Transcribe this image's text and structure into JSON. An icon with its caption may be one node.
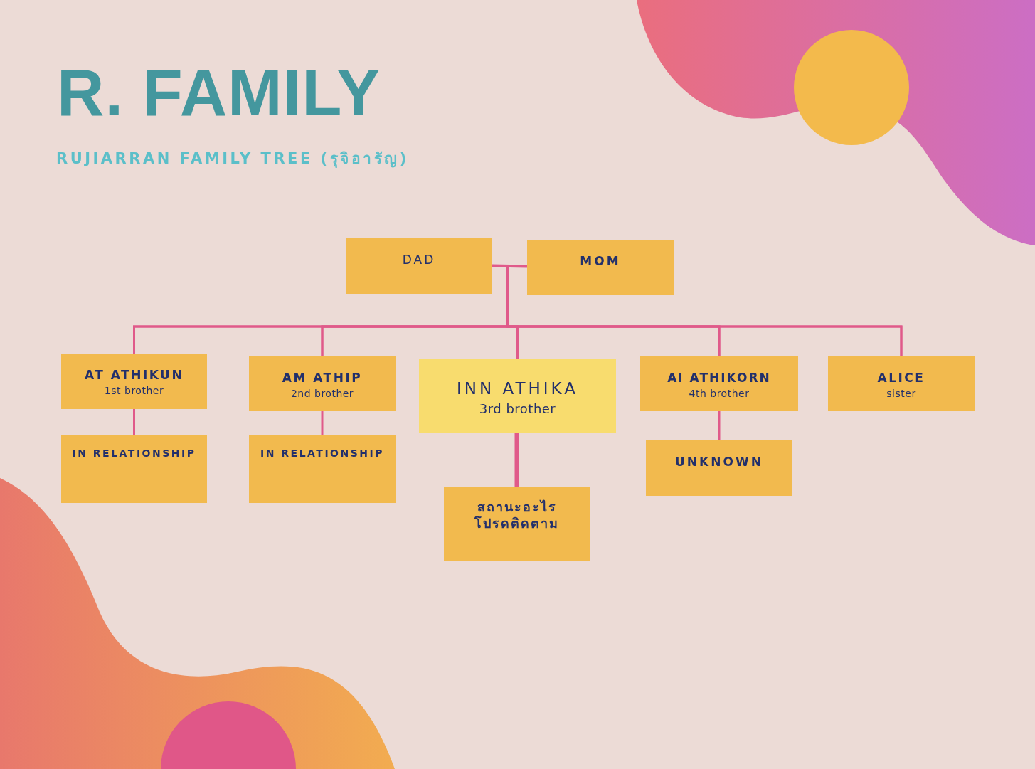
{
  "diagram": {
    "title": "R. FAMILY",
    "caption": "RUJIARRAN FAMILY TREE (รุจิอารัญ)",
    "nodes": [
      {
        "text": [
          "DAD"
        ]
      },
      {
        "text": [
          "MOM"
        ]
      },
      {
        "text": [
          "AT ATHIKUN",
          "1st brother"
        ]
      },
      {
        "text": [
          "AM ATHIP",
          "2nd brother"
        ]
      },
      {
        "text": [
          "INN ATHIKA",
          "3rd brother"
        ]
      },
      {
        "text": [
          "AI ATHIKORN",
          "4th brother"
        ]
      },
      {
        "text": [
          "ALICE",
          "sister"
        ]
      },
      {
        "text": [
          "IN RELATIONSHIP"
        ]
      },
      {
        "text": [
          "IN RELATIONSHIP"
        ]
      },
      {
        "text": [
          "สถานะอะไร โปรดติดตาม"
        ]
      },
      {
        "text": [
          "UNKNOWN"
        ]
      }
    ],
    "edges": [
      {
        "from": 0,
        "to": 1,
        "arrow": "none"
      },
      {
        "from": 0,
        "to": 2,
        "arrow": "none"
      },
      {
        "from": 0,
        "to": 3,
        "arrow": "none"
      },
      {
        "from": 0,
        "to": 4,
        "arrow": "none"
      },
      {
        "from": 0,
        "to": 5,
        "arrow": "none"
      },
      {
        "from": 0,
        "to": 6,
        "arrow": "none"
      },
      {
        "from": 1,
        "to": 2,
        "arrow": "none"
      },
      {
        "from": 1,
        "to": 3,
        "arrow": "none"
      },
      {
        "from": 1,
        "to": 4,
        "arrow": "none"
      },
      {
        "from": 1,
        "to": 5,
        "arrow": "none"
      },
      {
        "from": 1,
        "to": 6,
        "arrow": "none"
      },
      {
        "from": 2,
        "to": 7,
        "arrow": "none"
      },
      {
        "from": 3,
        "to": 8,
        "arrow": "none"
      },
      {
        "from": 4,
        "to": 9,
        "arrow": "none",
        "style": "thick"
      },
      {
        "from": 5,
        "to": 10,
        "arrow": "none"
      }
    ]
  }
}
